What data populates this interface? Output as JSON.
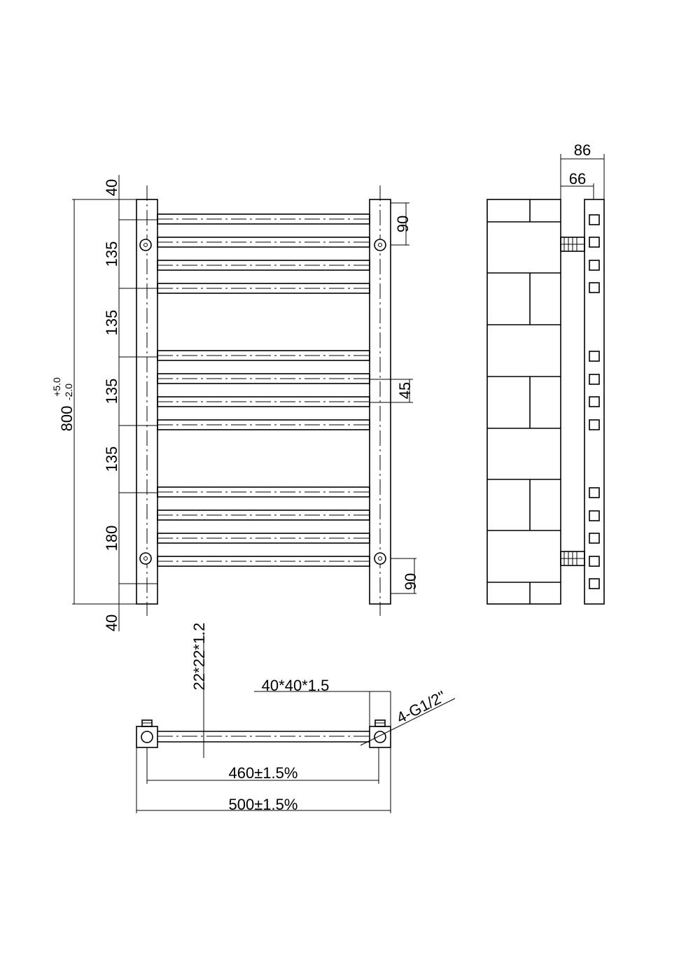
{
  "front_view": {
    "top_margin": "40",
    "bottom_margin": "40",
    "sections": [
      "135",
      "135",
      "135",
      "135",
      "180"
    ],
    "overall_height": "800",
    "overall_tolerance_upper": "+5.0",
    "overall_tolerance_lower": "-2.0",
    "top_connection": "90",
    "mid_offset": "45",
    "bottom_connection": "90"
  },
  "side_view": {
    "total_depth": "86",
    "wall_depth": "66"
  },
  "top_view": {
    "bar_spec": "22*22*1.2",
    "upright_spec": "40*40*1.5",
    "connection_spec": "4-G1/2\"",
    "center_distance": "460±1.5%",
    "overall_width": "500±1.5%"
  }
}
